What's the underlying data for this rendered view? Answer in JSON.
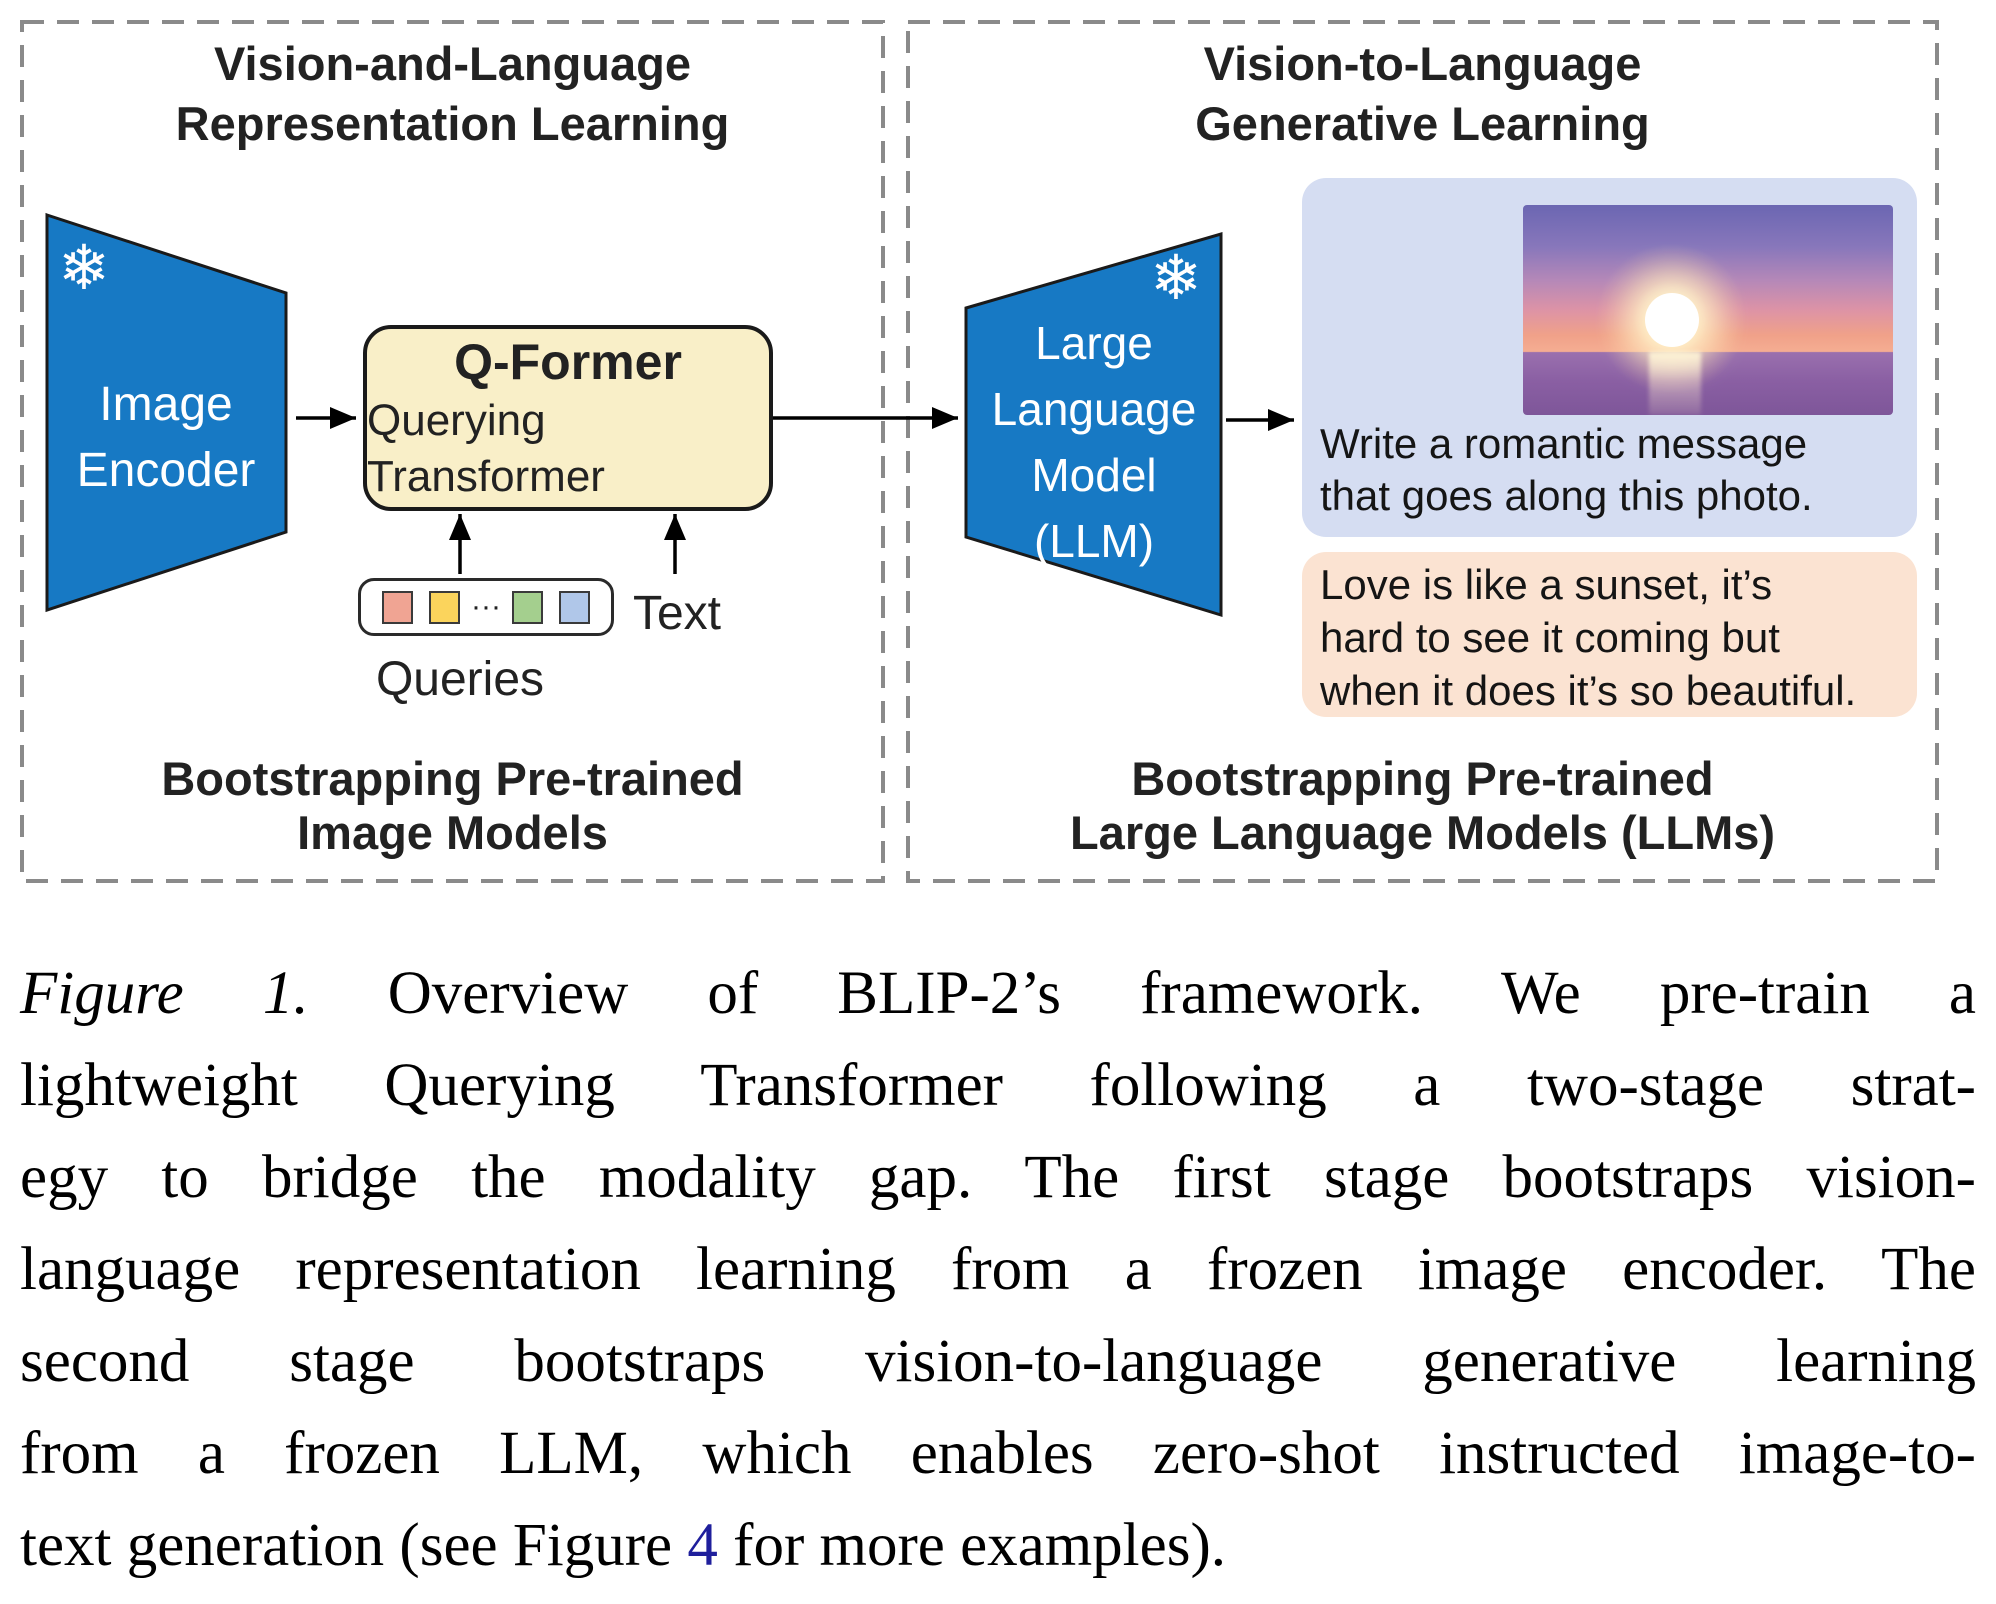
{
  "figure": {
    "left_panel": {
      "title_lines": [
        "Vision-and-Language",
        "Representation Learning"
      ],
      "footer_lines": [
        "Bootstrapping Pre-trained",
        "Image Models"
      ],
      "encoder_label_lines": [
        "Image",
        "Encoder"
      ],
      "snowflake": "❄",
      "qformer_title": "Q-Former",
      "qformer_subtitle": "Querying Transformer",
      "queries_label": "Queries",
      "queries_dots": "···",
      "text_label": "Text",
      "query_token_colors": [
        "#f0a493",
        "#fbd45c",
        "#a4cf8e",
        "#b0c7e9"
      ]
    },
    "right_panel": {
      "title_lines": [
        "Vision-to-Language",
        "Generative Learning"
      ],
      "footer_lines": [
        "Bootstrapping Pre-trained",
        "Large Language Models (LLMs)"
      ],
      "llm_label_lines": [
        "Large",
        "Language",
        "Model",
        "(LLM)"
      ],
      "snowflake": "❄",
      "prompt_lines": [
        "Write a romantic message",
        "that goes along this photo."
      ],
      "response_lines": [
        "Love is like a sunset, it’s",
        "hard to see it coming but",
        "when it does it’s so beautiful."
      ]
    },
    "colors": {
      "trapezoid_blue": "#1779c4",
      "qformer_fill": "#f9efc8",
      "prompt_fill": "#d5ddf2",
      "response_fill": "#fbe3d2",
      "dash_gray": "#8a8a8a",
      "link_blue": "#1f1f9c"
    }
  },
  "caption": {
    "label": "Figure 1.",
    "line1": "Overview of BLIP-2’s framework.  We pre-train a",
    "line2": "lightweight Querying Transformer following a two-stage strat-",
    "line3": "egy to bridge the modality gap. The first stage bootstraps vision-",
    "line4": "language representation learning from a frozen image encoder. The",
    "line5": "second stage bootstraps vision-to-language generative learning",
    "line6": "from a frozen LLM, which enables zero-shot instructed image-to-",
    "line7_pre": "text generation (see Figure ",
    "line7_link": "4",
    "line7_post": " for more examples)."
  }
}
